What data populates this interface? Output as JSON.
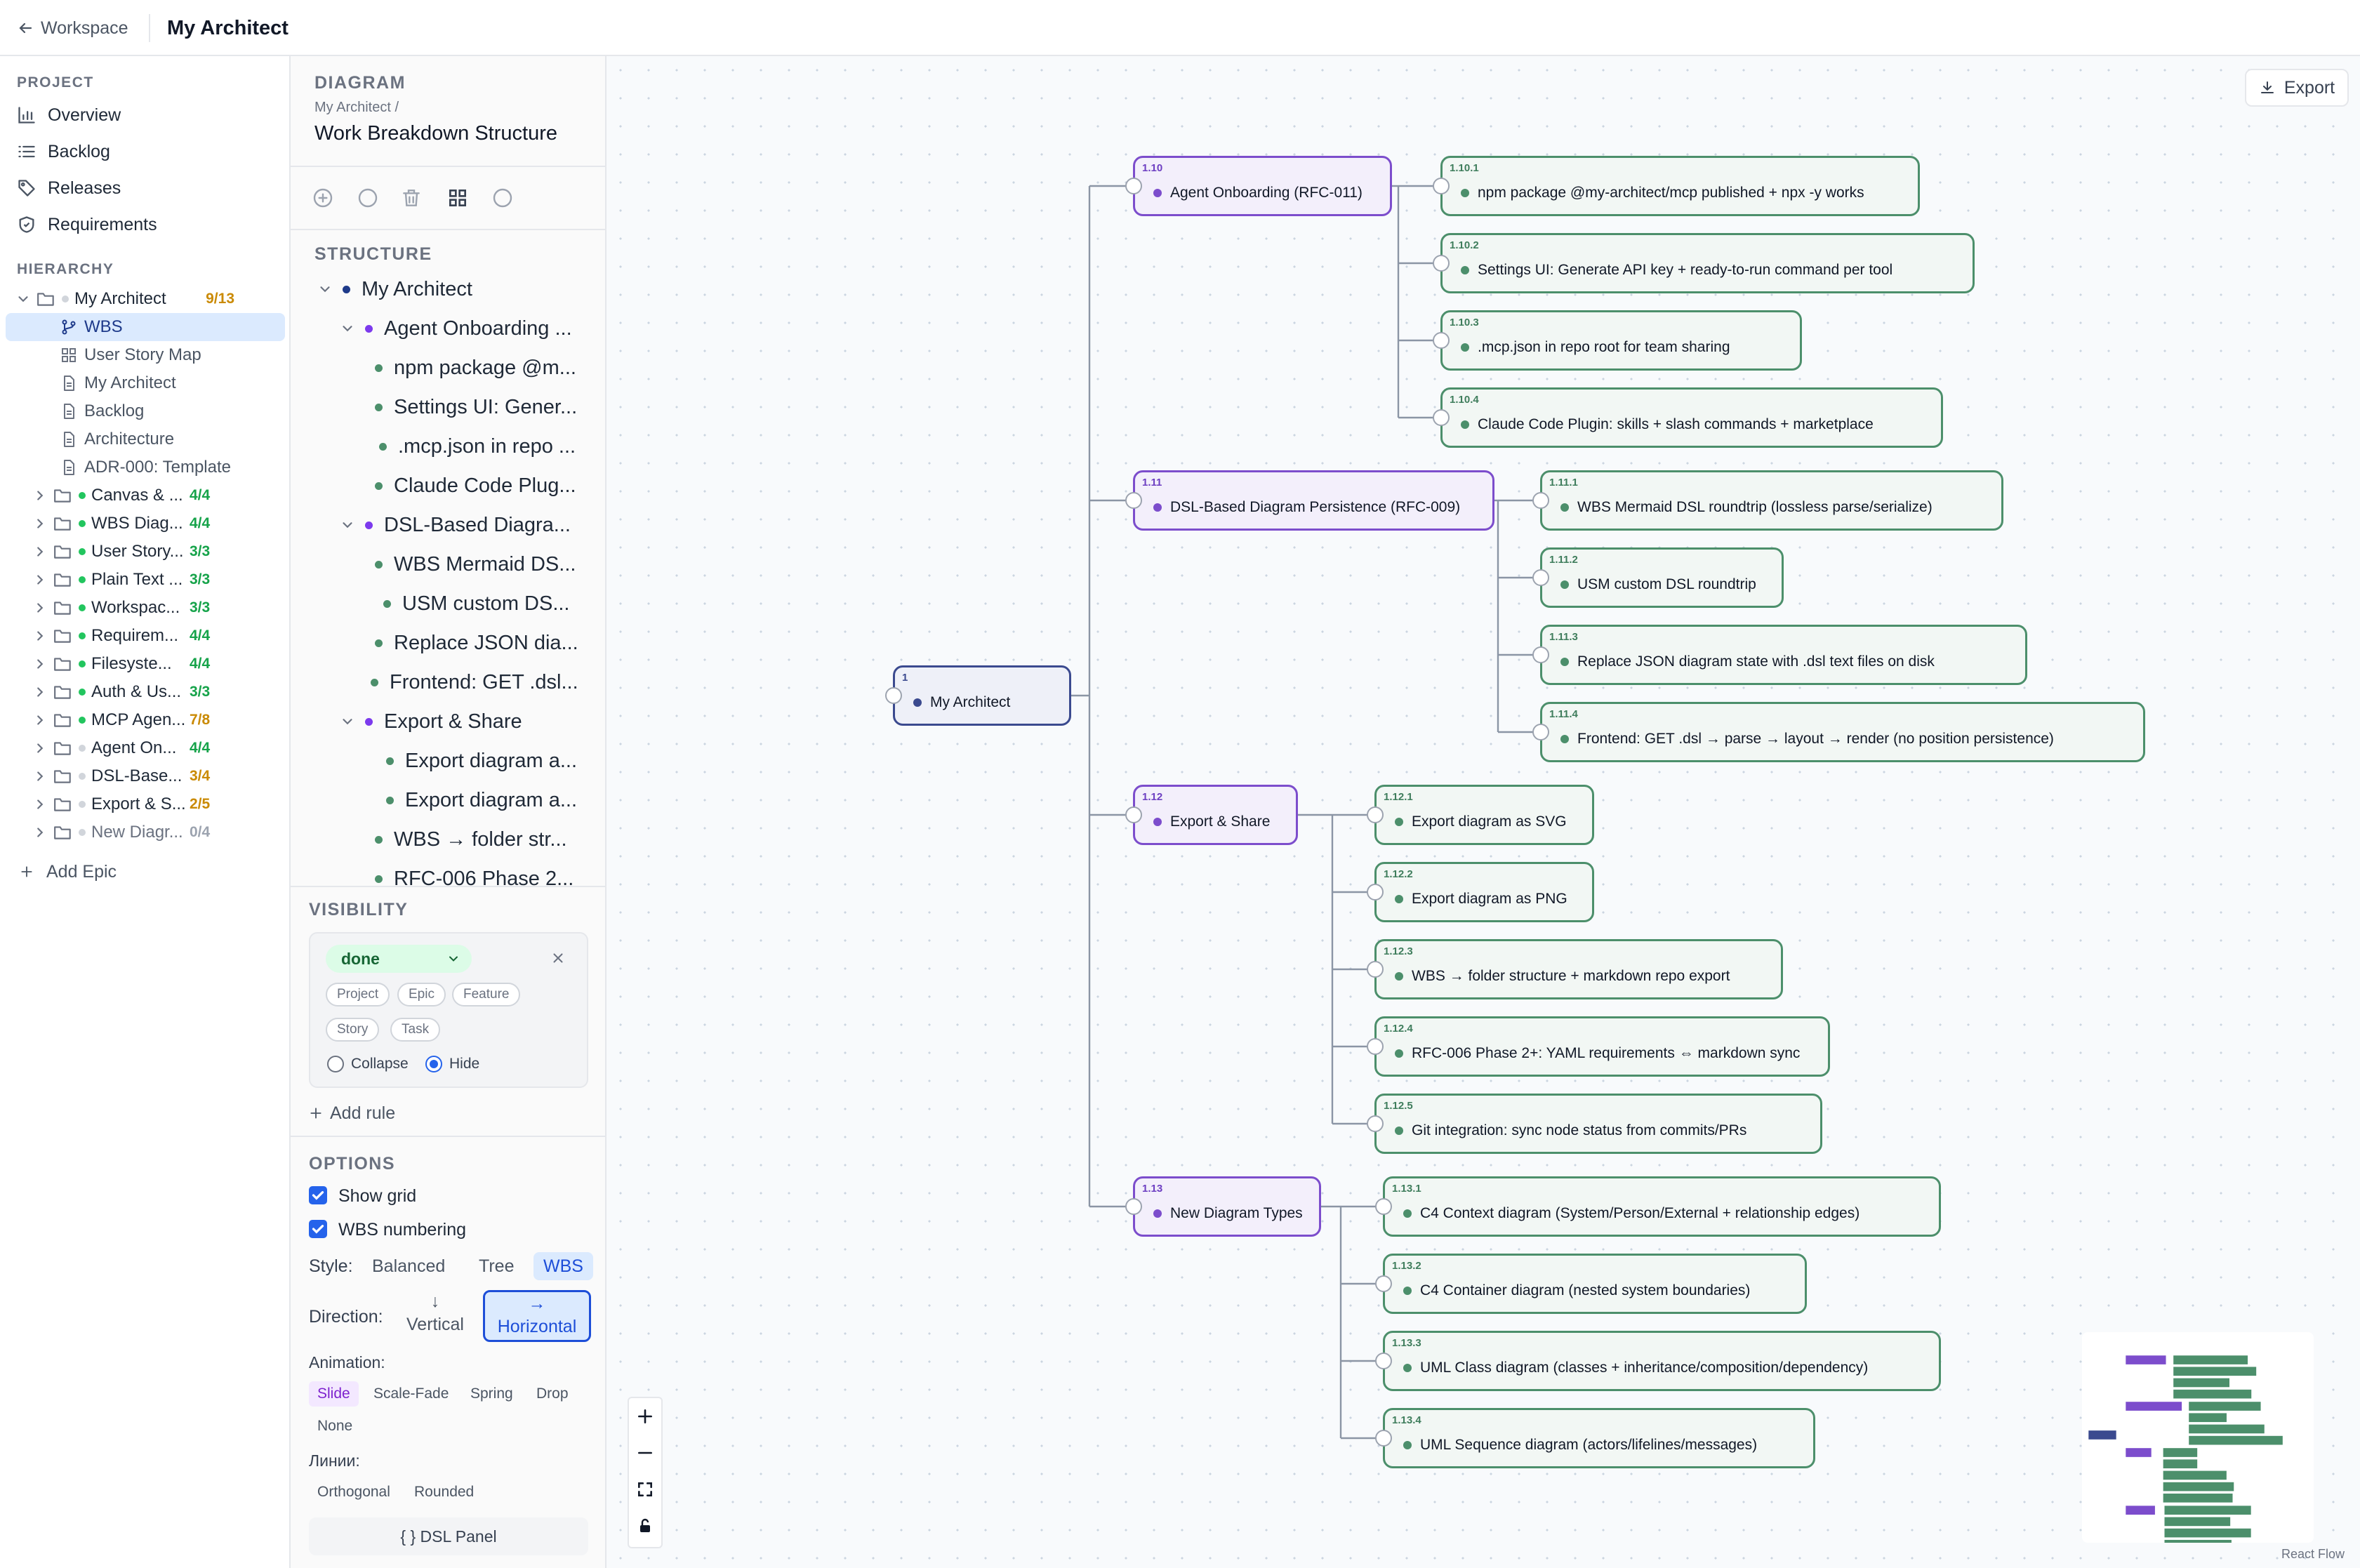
{
  "topbar": {
    "back_label": "Workspace",
    "title": "My Architect"
  },
  "sidebar": {
    "project_label": "PROJECT",
    "project_items": [
      {
        "label": "Overview",
        "icon": "bar-chart-icon"
      },
      {
        "label": "Backlog",
        "icon": "list-icon"
      },
      {
        "label": "Releases",
        "icon": "tag-icon"
      },
      {
        "label": "Requirements",
        "icon": "shield-check-icon"
      }
    ],
    "hierarchy_label": "HIERARCHY",
    "root": {
      "label": "My Architect",
      "count": "9/13"
    },
    "root_children": [
      {
        "label": "WBS",
        "icon": "branch-icon"
      },
      {
        "label": "User Story Map",
        "icon": "grid-icon"
      },
      {
        "label": "My Architect",
        "icon": "file-icon"
      },
      {
        "label": "Backlog",
        "icon": "file-icon"
      },
      {
        "label": "Architecture",
        "icon": "file-icon"
      },
      {
        "label": "ADR-000: Template",
        "icon": "file-icon"
      }
    ],
    "epics": [
      {
        "label": "Canvas & ...",
        "count": "4/4"
      },
      {
        "label": "WBS Diag...",
        "count": "4/4"
      },
      {
        "label": "User Story...",
        "count": "3/3"
      },
      {
        "label": "Plain Text ...",
        "count": "3/3"
      },
      {
        "label": "Workspac...",
        "count": "3/3"
      },
      {
        "label": "Requirem...",
        "count": "4/4"
      },
      {
        "label": "Filesyste...",
        "count": "4/4"
      },
      {
        "label": "Auth & Us...",
        "count": "3/3"
      },
      {
        "label": "MCP Agen...",
        "count": "7/8"
      },
      {
        "label": "Agent On...",
        "count": "4/4"
      },
      {
        "label": "DSL-Base...",
        "count": "3/4"
      },
      {
        "label": "Export & S...",
        "count": "2/5"
      },
      {
        "label": "New Diagr...",
        "count": "0/4"
      }
    ],
    "add_epic": "Add Epic"
  },
  "panel": {
    "section_label": "DIAGRAM",
    "breadcrumb": "My Architect /",
    "title": "Work Breakdown Structure",
    "structure_label": "STRUCTURE",
    "tree": [
      {
        "label": "My Architect",
        "level": 0,
        "expand": true
      },
      {
        "label": "Agent Onboarding ...",
        "level": 1,
        "expand": true
      },
      {
        "label": "npm package @m...",
        "level": 2
      },
      {
        "label": "Settings UI: Gener...",
        "level": 2
      },
      {
        "label": ".mcp.json in repo ...",
        "level": 2
      },
      {
        "label": "Claude Code Plug...",
        "level": 2
      },
      {
        "label": "DSL-Based Diagra...",
        "level": 1,
        "expand": true
      },
      {
        "label": "WBS Mermaid DS...",
        "level": 2
      },
      {
        "label": "USM custom DS...",
        "level": 2
      },
      {
        "label": "Replace JSON dia...",
        "level": 2
      },
      {
        "label": "Frontend: GET .dsl...",
        "level": 2
      },
      {
        "label": "Export & Share",
        "level": 1,
        "expand": true
      },
      {
        "label": "Export diagram a...",
        "level": 2
      },
      {
        "label": "Export diagram a...",
        "level": 2
      },
      {
        "label": "WBS → folder str...",
        "level": 2
      },
      {
        "label": "RFC-006 Phase 2...",
        "level": 2
      }
    ],
    "visibility_label": "VISIBILITY",
    "rule": {
      "status": "done",
      "chips": [
        "Project",
        "Epic",
        "Feature",
        "Story",
        "Task"
      ],
      "collapse_label": "Collapse",
      "hide_label": "Hide"
    },
    "add_rule": "Add rule",
    "options_label": "OPTIONS",
    "show_grid": "Show grid",
    "wbs_numbering": "WBS numbering",
    "style_label": "Style:",
    "styles": [
      "Balanced",
      "Tree",
      "WBS"
    ],
    "direction_label": "Direction:",
    "vertical": {
      "arrow": "↓",
      "label": "Vertical"
    },
    "horizontal": {
      "arrow": "→",
      "label": "Horizontal"
    },
    "animation_label": "Animation:",
    "animations": [
      "Slide",
      "Scale-Fade",
      "Spring",
      "Drop",
      "None"
    ],
    "lines_label": "Линии:",
    "lines": [
      "Orthogonal",
      "Rounded"
    ],
    "dsl_panel": "{ } DSL Panel"
  },
  "canvas": {
    "export_label": "Export",
    "attribution": "React Flow",
    "root": {
      "num": "1",
      "label": "My Architect"
    },
    "epics": [
      {
        "num": "1.10",
        "label": "Agent Onboarding (RFC-011)",
        "children": [
          {
            "num": "1.10.1",
            "label": "npm package @my-architect/mcp published + npx -y works"
          },
          {
            "num": "1.10.2",
            "label": "Settings UI: Generate API key + ready-to-run command per tool"
          },
          {
            "num": "1.10.3",
            "label": ".mcp.json in repo root for team sharing"
          },
          {
            "num": "1.10.4",
            "label": "Claude Code Plugin: skills + slash commands + marketplace"
          }
        ]
      },
      {
        "num": "1.11",
        "label": "DSL-Based Diagram Persistence (RFC-009)",
        "children": [
          {
            "num": "1.11.1",
            "label": "WBS Mermaid DSL roundtrip (lossless parse/serialize)"
          },
          {
            "num": "1.11.2",
            "label": "USM custom DSL roundtrip"
          },
          {
            "num": "1.11.3",
            "label": "Replace JSON diagram state with .dsl text files on disk"
          },
          {
            "num": "1.11.4",
            "label": "Frontend: GET .dsl → parse → layout → render (no position persistence)"
          }
        ]
      },
      {
        "num": "1.12",
        "label": "Export & Share",
        "children": [
          {
            "num": "1.12.1",
            "label": "Export diagram as SVG"
          },
          {
            "num": "1.12.2",
            "label": "Export diagram as PNG"
          },
          {
            "num": "1.12.3",
            "label": "WBS → folder structure + markdown repo export"
          },
          {
            "num": "1.12.4",
            "label": "RFC-006 Phase 2+: YAML requirements ⇔ markdown sync"
          },
          {
            "num": "1.12.5",
            "label": "Git integration: sync node status from commits/PRs"
          }
        ]
      },
      {
        "num": "1.13",
        "label": "New Diagram Types",
        "children": [
          {
            "num": "1.13.1",
            "label": "C4 Context diagram (System/Person/External + relationship edges)"
          },
          {
            "num": "1.13.2",
            "label": "C4 Container diagram (nested system boundaries)"
          },
          {
            "num": "1.13.3",
            "label": "UML Class diagram (classes + inheritance/composition/dependency)"
          },
          {
            "num": "1.13.4",
            "label": "UML Sequence diagram (actors/lifelines/messages)"
          }
        ]
      }
    ]
  },
  "colors": {
    "task": "#4c8f6b",
    "epic": "#7c4dcc",
    "root": "#3b4a8f",
    "accent": "#2563eb",
    "done": "#16a34a",
    "partial": "#ca8a04"
  }
}
